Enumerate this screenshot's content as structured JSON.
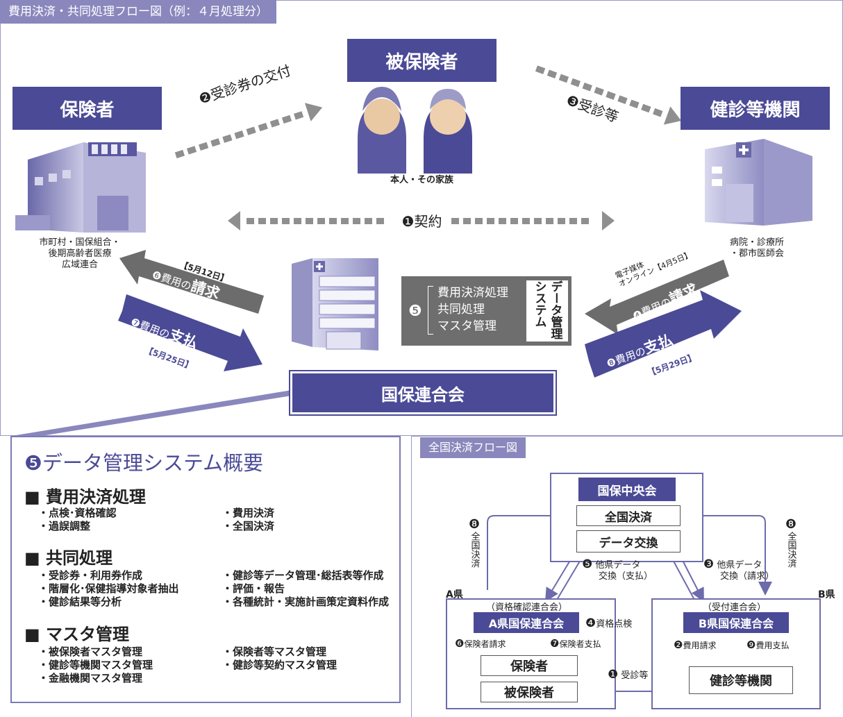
{
  "header": {
    "title": "費用決済・共同処理フロー図（例：４月処理分）"
  },
  "entities": {
    "insurer": "保険者",
    "insured": "被保険者",
    "checkup_org": "健診等機関",
    "rengokai": "国保連合会"
  },
  "captions": {
    "insured": "本人・その家族",
    "insurer_lines": [
      "市町村・国保組合・",
      "後期高齢者医療",
      "広域連合"
    ],
    "checkup_lines": [
      "病院・診療所",
      "・郡市医師会"
    ]
  },
  "arrows": {
    "a1": "❶契約",
    "a2": "❷受診券の交付",
    "a3": "❸受診等",
    "a4_num": "❹",
    "a4_pre": "費用の",
    "a4_strong": "請求",
    "a4_note1": "電子媒体",
    "a4_note2": "オンライン【4月5日】",
    "a6_num": "❻",
    "a6_pre": "費用の",
    "a6_strong": "請求",
    "a6_date": "【5月12日】",
    "a7_num": "❼",
    "a7_pre": "費用の",
    "a7_strong": "支払",
    "a7_date": "【5月25日】",
    "a8_num": "❽",
    "a8_pre": "費用の",
    "a8_strong": "支払",
    "a8_date": "【5月29日】"
  },
  "data_system": {
    "num": "❺",
    "items": [
      "費用決済処理",
      "共同処理",
      "マスタ管理"
    ],
    "label_col1": "データ管理",
    "label_col2": "システム"
  },
  "summary": {
    "title_num": "❺",
    "title": "データ管理システム概要",
    "sections": [
      {
        "heading": "■ 費用決済処理",
        "left": [
          "・点検･資格確認",
          "・過誤調整"
        ],
        "right": [
          "・費用決済",
          "・全国決済"
        ]
      },
      {
        "heading": "■ 共同処理",
        "left": [
          "・受診券・利用券作成",
          "・階層化･保健指導対象者抽出",
          "・健診結果等分析"
        ],
        "right": [
          "・健診等データ管理･総括表等作成",
          "・評価・報告",
          "・各種統計・実施計画策定資料作成"
        ]
      },
      {
        "heading": "■ マスタ管理",
        "left": [
          "・被保険者マスタ管理",
          "・健診等機関マスタ管理",
          "・金融機関マスタ管理"
        ],
        "right": [
          "・保険者等マスタ管理",
          "・健診等契約マスタ管理"
        ]
      }
    ]
  },
  "national": {
    "tab": "全国決済フロー図",
    "center": "国保中央会",
    "settlement": "全国決済",
    "exchange": "データ交換",
    "pref_a": "A県",
    "pref_b": "B県",
    "a_sub": "（資格確認連合会）",
    "b_sub": "（受付連合会）",
    "a_rengo": "A県国保連合会",
    "b_rengo": "B県国保連合会",
    "insurer": "保険者",
    "insured": "被保険者",
    "checkup": "健診等機関",
    "s1_num": "❶",
    "s1": "受診等",
    "s2_num": "❷",
    "s2": "費用請求",
    "s3_num": "❸",
    "s3a": "他県データ",
    "s3b": "交換（請求）",
    "s4_num": "❹",
    "s4": "資格点検",
    "s5_num": "❺",
    "s5a": "他県データ",
    "s5b": "交換（支払）",
    "s6_num": "❻",
    "s6": "保険者請求",
    "s7_num": "❼",
    "s7": "保険者支払",
    "s8_num": "❽",
    "s8": "全国決済",
    "s9_num": "❾",
    "s9": "費用支払"
  }
}
